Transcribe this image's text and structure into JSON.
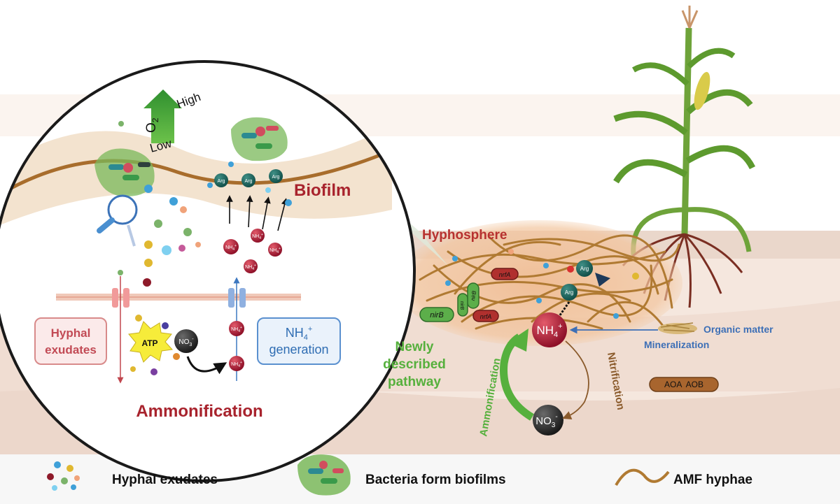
{
  "zoom": {
    "oxygen": {
      "symbol": "O",
      "subscript": "2",
      "high": "High",
      "low": "Low"
    },
    "biofilm_label": "Biofilm",
    "arg": "Arg",
    "ammonium": {
      "base": "NH",
      "sub": "4",
      "sup": "+"
    },
    "nitrate": {
      "base": "NO",
      "sub": "3",
      "sup": "-"
    },
    "atp": "ATP",
    "hyphal_exudates_box": {
      "line1": "Hyphal",
      "line2": "exudates"
    },
    "nh4_generation_box": {
      "base": "NH",
      "sub": "4",
      "sup": "+",
      "line2": "generation"
    },
    "ammonification_title": "Ammonification"
  },
  "soil": {
    "hyphosphere_label": "Hyphosphere",
    "genes": {
      "nirB": "nirB",
      "nrfA": "nrfA"
    },
    "arg": "Arg",
    "ammonium": {
      "base": "NH",
      "sub": "4",
      "sup": "+"
    },
    "nitrate": {
      "base": "NO",
      "sub": "3",
      "sup": "-"
    },
    "organic_matter": "Organic matter",
    "mineralization": "Mineralization",
    "nitrification": "Nitrification",
    "ammonification": "Ammonification",
    "pathway": {
      "line1": "Newly",
      "line2": "described",
      "line3": "pathway"
    },
    "aoa_aob": "AOA  AOB"
  },
  "legend": {
    "exudates": "Hyphal exudates",
    "biofilms": "Bacteria form biofilms",
    "hyphae": "AMF hyphae"
  },
  "colors": {
    "red_title": "#a8232d",
    "green": "#5aae3e",
    "blue": "#3d6fb6",
    "brown": "#8a5a2b",
    "hypha": "#b07a32"
  }
}
